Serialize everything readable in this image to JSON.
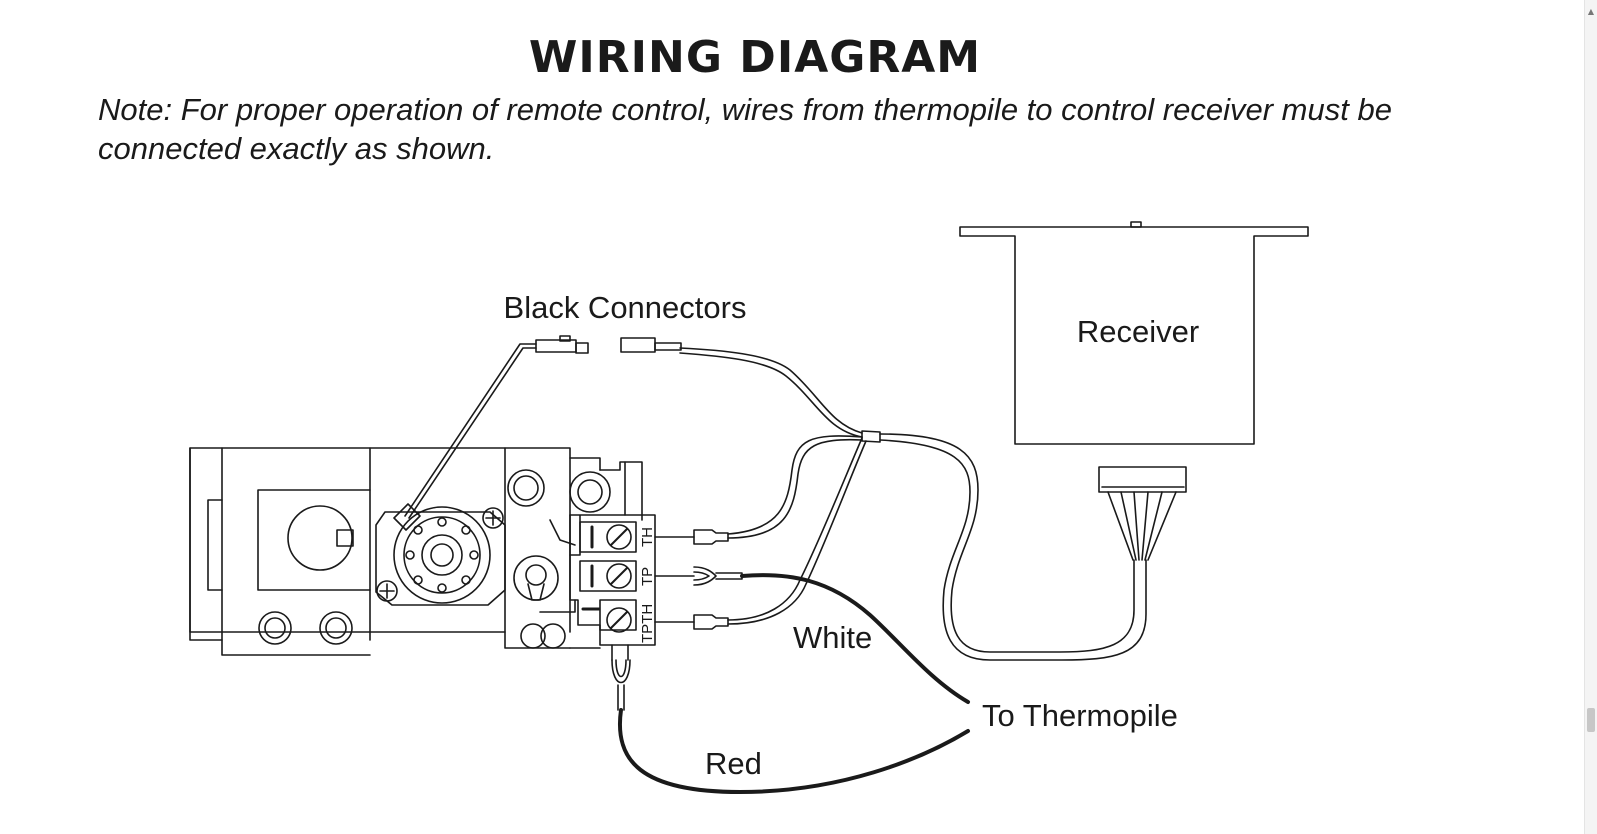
{
  "title": "WIRING DIAGRAM",
  "note": "Note: For proper operation of remote control, wires from thermopile to control receiver must be connected exactly as shown.",
  "diagram": {
    "labels": {
      "black_connectors": "Black Connectors",
      "receiver": "Receiver",
      "white": "White",
      "to_thermopile": "To Thermopile",
      "red": "Red"
    },
    "terminals": {
      "th": "TH",
      "tp": "TP",
      "tpth": "TPTH"
    }
  },
  "colors": {
    "line": "#1a1a1a",
    "background": "#ffffff"
  },
  "icons": {
    "scroll_up": "chevron-up-icon"
  }
}
